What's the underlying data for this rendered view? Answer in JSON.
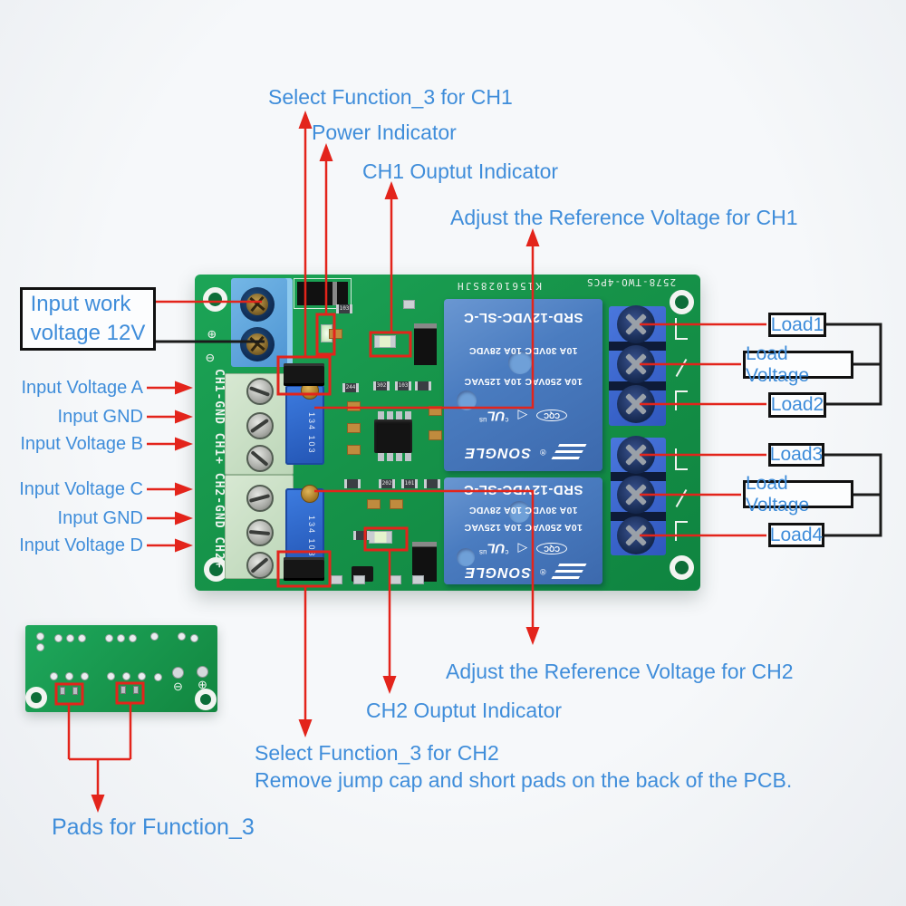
{
  "colors": {
    "annotation_blue": "#3f8dda",
    "annotation_red": "#e3241b",
    "line_black": "#1b1b1b",
    "pcb_green": "#169349",
    "relay_blue": "#4a7cc0",
    "terminal_block_blue": "#3b67cf",
    "power_terminal_blue": "#55a0dc"
  },
  "callouts": {
    "select_function_ch1": "Select Function_3 for CH1",
    "power_indicator": "Power Indicator",
    "ch1_output_indicator": "CH1 Ouptut Indicator",
    "adjust_reference_ch1": "Adjust the Reference Voltage for CH1",
    "adjust_reference_ch2": "Adjust the Reference Voltage for CH2",
    "ch2_output_indicator": "CH2 Ouptut Indicator",
    "select_function_ch2": "Select Function_3 for CH2",
    "remove_jump_cap_note": "Remove jump cap and short pads on the back of the PCB.",
    "pads_for_function3": "Pads for Function_3",
    "input_work_voltage_line1": "Input work",
    "input_work_voltage_line2": "voltage 12V"
  },
  "input_labels": [
    "Input Voltage A",
    "Input GND",
    "Input Voltage B",
    "Input Voltage C",
    "Input GND",
    "Input Voltage D"
  ],
  "load_labels": [
    "Load1",
    "Load Voltage",
    "Load2",
    "Load3",
    "Load Voltage",
    "Load4"
  ],
  "pcb": {
    "silkscreen_part_no": "2578-TWO-4PCS",
    "silkscreen_serial": "K1561028SJH",
    "left_silkscreen": "CH1-GND CH1+ CH2-GND CH2+",
    "polarity_marks": [
      "⊕",
      "⊖"
    ],
    "relay": {
      "model": "SRD-12VDC-SL-C",
      "rating_line1": "10A 250VAC 10A 125VAC",
      "rating_line2": "10A 30VDC  10A 28VDC",
      "brand": "SONGLE",
      "reg_mark": "®",
      "ul_c": "c",
      "ul": "UL",
      "ul_us": "us",
      "cqc": "CQC",
      "tri": "◁"
    },
    "pot_markings": "134 103",
    "smd_codes": [
      "103",
      "244",
      "302",
      "103",
      "202",
      "101"
    ]
  },
  "small_pcb": {
    "polarity_minus": "⊖",
    "polarity_plus": "⊕"
  }
}
